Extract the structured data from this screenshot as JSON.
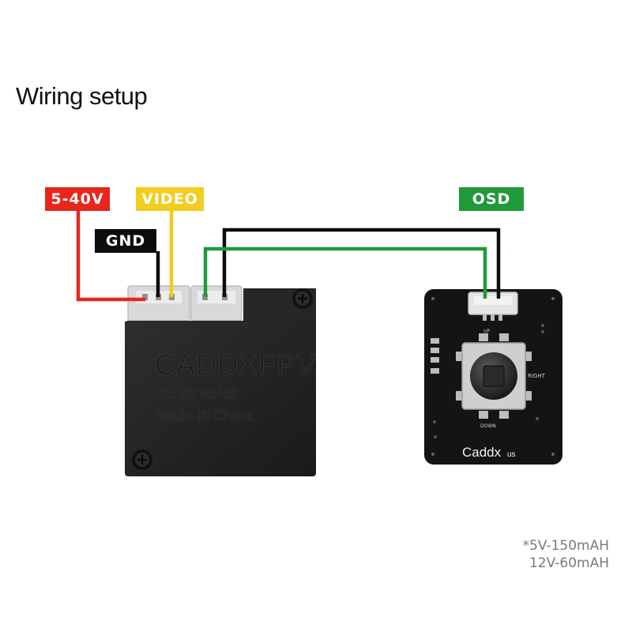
{
  "title": "Wiring setup",
  "labels": {
    "power": "5-40V",
    "video": "VIDEO",
    "ground": "GND",
    "osd": "OSD"
  },
  "camera": {
    "brand": "CADDXFPV",
    "certifications": "CE FC RoHS",
    "origin": "Made in China"
  },
  "osd_board": {
    "brand": "Caddx",
    "suffix": "us",
    "buttons": {
      "up": "UP",
      "right": "RIGHT",
      "down": "DOWN"
    }
  },
  "note": {
    "line1": "*5V-150mAH",
    "line2": "12V-60mAH"
  },
  "colors": {
    "power_wire": "#e8261c",
    "video_wire": "#f2cc1e",
    "ground_wire": "#0c0c0c",
    "osd_wire": "#1f9a3a"
  }
}
